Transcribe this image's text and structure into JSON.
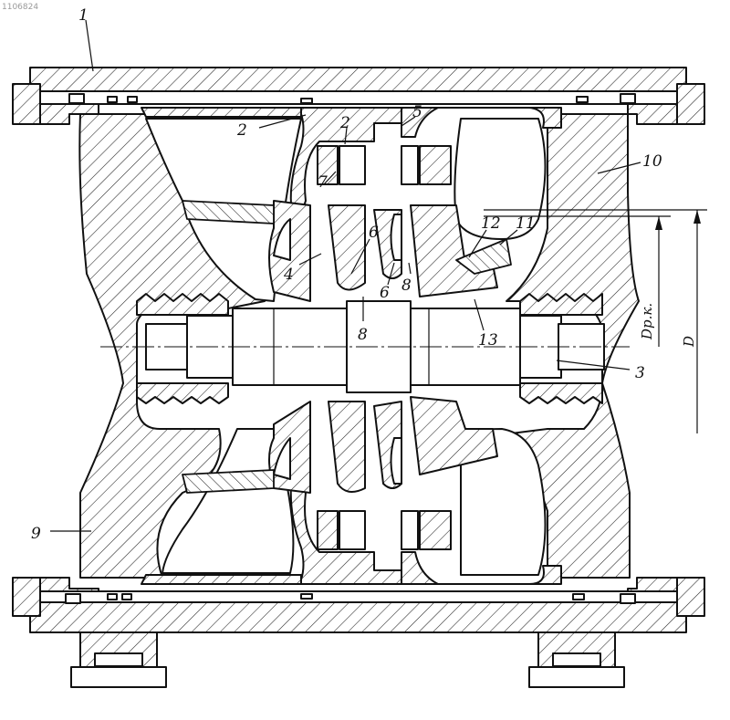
{
  "corner_code": "1106824",
  "callouts": [
    {
      "id": "1",
      "text": "1"
    },
    {
      "id": "2a",
      "text": "2"
    },
    {
      "id": "2b",
      "text": "2"
    },
    {
      "id": "5",
      "text": "5"
    },
    {
      "id": "10",
      "text": "10"
    },
    {
      "id": "7",
      "text": "7"
    },
    {
      "id": "12",
      "text": "12"
    },
    {
      "id": "11",
      "text": "11"
    },
    {
      "id": "6a",
      "text": "6"
    },
    {
      "id": "6b",
      "text": "6"
    },
    {
      "id": "8a",
      "text": "8"
    },
    {
      "id": "8b",
      "text": "8"
    },
    {
      "id": "4",
      "text": "4"
    },
    {
      "id": "13",
      "text": "13"
    },
    {
      "id": "3",
      "text": "3"
    },
    {
      "id": "9",
      "text": "9"
    }
  ],
  "dimensions": {
    "inner": "Dр.к.",
    "outer": "D"
  }
}
